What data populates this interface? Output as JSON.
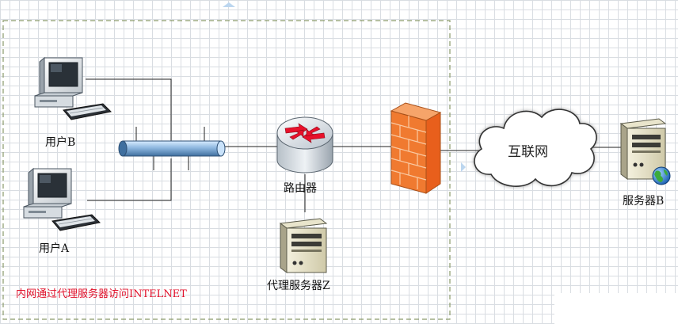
{
  "nodes": {
    "user_b": "用户B",
    "user_a": "用户A",
    "router": "路由器",
    "proxy_server": "代理服务器Z",
    "internet": "互联网",
    "server_b": "服务器B"
  },
  "caption": "内网通过代理服务器访问INTELNET",
  "colors": {
    "caption": "#e0102a",
    "firewall": "#f07a30",
    "router": "#d6dde4",
    "router_arrows": "#e8102a",
    "bus": "#8fb8e0",
    "lan_border": "#8a9a6a"
  }
}
